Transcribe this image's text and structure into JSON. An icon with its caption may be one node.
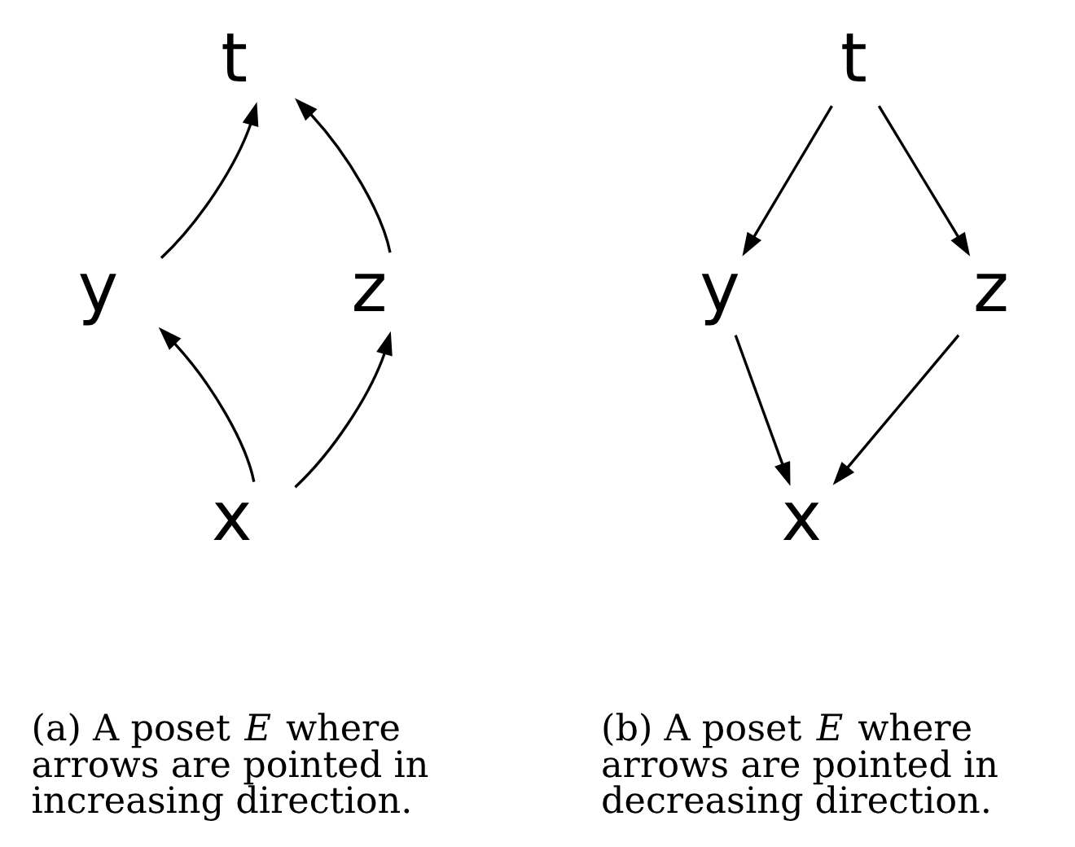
{
  "diagram": {
    "nodes": [
      {
        "text": [
          "t"
        ]
      },
      {
        "text": [
          "y"
        ]
      },
      {
        "text": [
          "z"
        ]
      },
      {
        "text": [
          "x"
        ]
      },
      {
        "text": [
          "t"
        ]
      },
      {
        "text": [
          "y"
        ]
      },
      {
        "text": [
          "z"
        ]
      },
      {
        "text": [
          "x"
        ]
      }
    ],
    "edges": [
      {
        "from": 1,
        "to": 0,
        "arrow": "to"
      },
      {
        "from": 2,
        "to": 0,
        "arrow": "to"
      },
      {
        "from": 3,
        "to": 1,
        "arrow": "to"
      },
      {
        "from": 3,
        "to": 2,
        "arrow": "to"
      },
      {
        "from": 4,
        "to": 5,
        "arrow": "to"
      },
      {
        "from": 4,
        "to": 6,
        "arrow": "to"
      },
      {
        "from": 5,
        "to": 7,
        "arrow": "to"
      },
      {
        "from": 6,
        "to": 7,
        "arrow": "to"
      }
    ],
    "labels": [
      "(a) A poset *E* where arrows are pointed in increasing direction.",
      "(b) A poset *E* where arrows are pointed in decreasing direction."
    ]
  }
}
